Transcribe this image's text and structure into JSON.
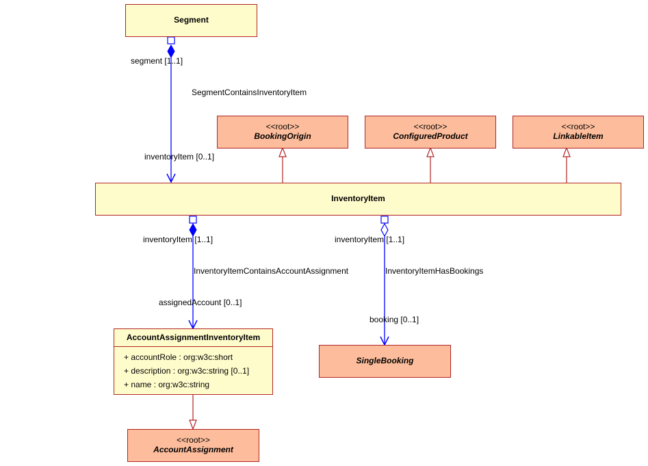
{
  "classes": {
    "segment": {
      "name": "Segment"
    },
    "booking_origin": {
      "stereotype": "<<root>>",
      "name": "BookingOrigin"
    },
    "configured_product": {
      "stereotype": "<<root>>",
      "name": "ConfiguredProduct"
    },
    "linkable_item": {
      "stereotype": "<<root>>",
      "name": "LinkableItem"
    },
    "inventory_item": {
      "name": "InventoryItem"
    },
    "account_assignment_inventory_item": {
      "name": "AccountAssignmentInventoryItem",
      "attributes": [
        "+ accountRole : org:w3c:short",
        "+ description : org:w3c:string [0..1]",
        "+ name : org:w3c:string"
      ]
    },
    "single_booking": {
      "name": "SingleBooking"
    },
    "account_assignment": {
      "stereotype": "<<root>>",
      "name": "AccountAssignment"
    }
  },
  "associations": {
    "segment_contains": {
      "name": "SegmentContainsInventoryItem",
      "source_role": "segment [1..1]",
      "target_role": "inventoryItem [0..1]"
    },
    "contains_account_assignment": {
      "name": "InventoryItemContainsAccountAssignment",
      "source_role": "inventoryItem [1..1]",
      "target_role": "assignedAccount [0..1]"
    },
    "has_bookings": {
      "name": "InventoryItemHasBookings",
      "source_role": "inventoryItem [1..1]",
      "target_role": "booking [0..1]"
    }
  },
  "colors": {
    "class_fill": "#fffccc",
    "root_fill": "#fdbd9c",
    "border": "#b22222",
    "association": "#0000ff",
    "generalization": "#b22222"
  }
}
